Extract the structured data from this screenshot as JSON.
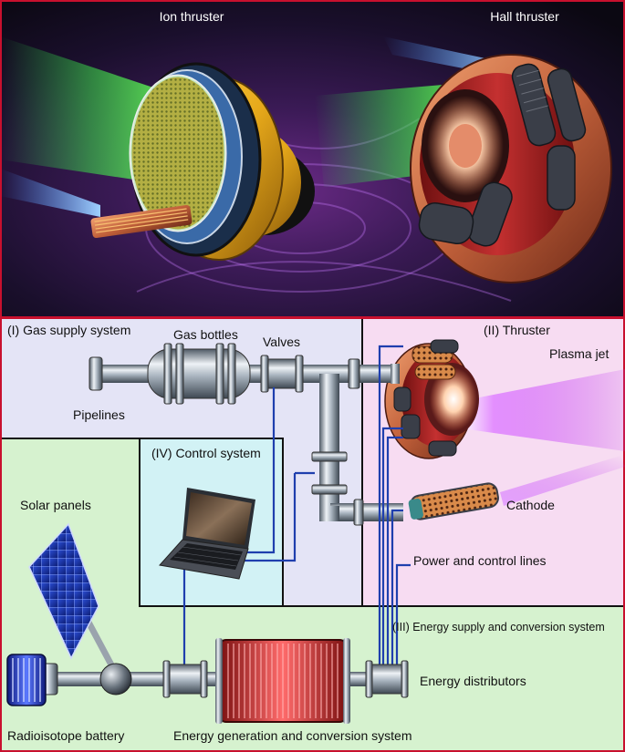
{
  "top_panel": {
    "ion_thruster_label": "Ion thruster",
    "hall_thruster_label": "Hall thruster"
  },
  "regions": {
    "gas_supply": "(I) Gas supply system",
    "thruster": "(II) Thruster",
    "energy": "(III) Energy supply and conversion system",
    "control": "(IV) Control system"
  },
  "labels": {
    "gas_bottles": "Gas bottles",
    "valves": "Valves",
    "pipelines": "Pipelines",
    "plasma_jet": "Plasma jet",
    "cathode": "Cathode",
    "power_control_lines": "Power and control lines",
    "solar_panels": "Solar panels",
    "radioisotope_battery": "Radioisotope battery",
    "energy_generation": "Energy generation and conversion system",
    "energy_distributors": "Energy distributors"
  },
  "colors": {
    "region_gas": "#e4e4f6",
    "region_thruster": "#f7dcf2",
    "region_energy": "#d6f2cf",
    "region_control": "#d2f2f5",
    "border_red": "#c8102e",
    "frame_black": "#111111",
    "wire_blue": "#1f3fae",
    "plasma_purple": "#c23ef0",
    "plasma_green": "#39e04a",
    "plasma_blue": "#3d8cff"
  }
}
